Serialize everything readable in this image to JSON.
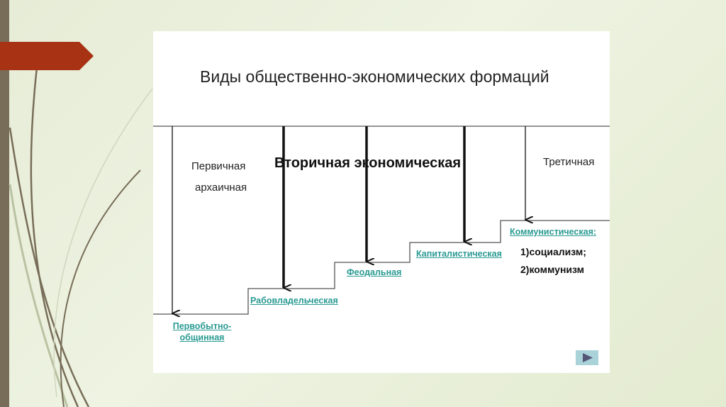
{
  "slide": {
    "title": "Виды общественно-экономических формаций",
    "categories": {
      "primary_line1": "Первичная",
      "primary_line2": "архаичная",
      "secondary": "Вторичная экономическая",
      "tertiary": "Третичная"
    },
    "formations": [
      {
        "label": "Первобытно-",
        "label2": "общинная"
      },
      {
        "label": "Рабовладельческая"
      },
      {
        "label": "Феодальная"
      },
      {
        "label": "Капиталистическая"
      },
      {
        "label": "Коммунистическая:"
      }
    ],
    "communist_phases": [
      "1)социализм;",
      "2)коммунизм"
    ],
    "next_button": "play-next-icon",
    "colors": {
      "accent": "#a83214",
      "link": "#2a9a92",
      "sidebar": "#776d58"
    }
  }
}
